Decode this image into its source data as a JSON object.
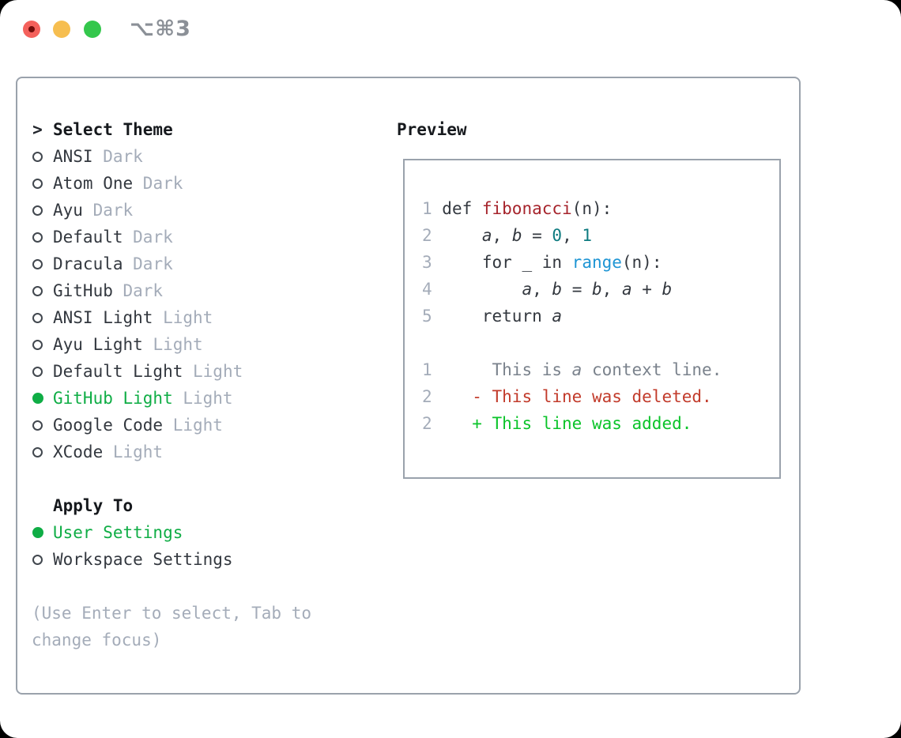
{
  "titlebar": {
    "title": "⌥⌘3",
    "traffic_lights": [
      "close",
      "minimize",
      "zoom"
    ]
  },
  "colors": {
    "text_dark": "#33383F",
    "muted": "#A4ACB9",
    "green_selected": "#0FAD45",
    "green_added": "#0BC42A",
    "red_function": "#A6242C",
    "red_deleted": "#C23B2B",
    "blue_builtin": "#1E95D4",
    "teal_number": "#0E7B80",
    "gray_context": "#7A828C",
    "border": "#9AA2AC",
    "window_bg": "#FFFFFF",
    "title_gray": "#8B9097"
  },
  "theme_panel": {
    "header": {
      "prefix": ">",
      "label": "Select Theme"
    },
    "themes": [
      {
        "name": "ANSI",
        "variant": "Dark",
        "selected": false
      },
      {
        "name": "Atom One",
        "variant": "Dark",
        "selected": false
      },
      {
        "name": "Ayu",
        "variant": "Dark",
        "selected": false
      },
      {
        "name": "Default",
        "variant": "Dark",
        "selected": false
      },
      {
        "name": "Dracula",
        "variant": "Dark",
        "selected": false
      },
      {
        "name": "GitHub",
        "variant": "Dark",
        "selected": false
      },
      {
        "name": "ANSI Light",
        "variant": "Light",
        "selected": false
      },
      {
        "name": "Ayu Light",
        "variant": "Light",
        "selected": false
      },
      {
        "name": "Default Light",
        "variant": "Light",
        "selected": false
      },
      {
        "name": "GitHub Light",
        "variant": "Light",
        "selected": true
      },
      {
        "name": "Google Code",
        "variant": "Light",
        "selected": false
      },
      {
        "name": "XCode",
        "variant": "Light",
        "selected": false
      }
    ],
    "apply_to": {
      "label": "Apply To",
      "options": [
        {
          "name": "User Settings",
          "selected": true
        },
        {
          "name": "Workspace Settings",
          "selected": false
        }
      ]
    },
    "hint_lines": [
      "(Use Enter to select, Tab to",
      "change focus)"
    ]
  },
  "preview": {
    "label": "Preview",
    "lines": [
      {
        "num": "1",
        "tokens": [
          [
            " def ",
            "p"
          ],
          [
            "fibonacci",
            "fn"
          ],
          [
            "(n):",
            "p"
          ]
        ]
      },
      {
        "num": "2",
        "tokens": [
          [
            "     ",
            "p"
          ],
          [
            "a",
            "v"
          ],
          [
            ", ",
            "p"
          ],
          [
            "b",
            "v"
          ],
          [
            " = ",
            "p"
          ],
          [
            "0",
            "nm"
          ],
          [
            ", ",
            "p"
          ],
          [
            "1",
            "nm"
          ]
        ]
      },
      {
        "num": "3",
        "tokens": [
          [
            "     for _ in ",
            "p"
          ],
          [
            "range",
            "bi"
          ],
          [
            "(n):",
            "p"
          ]
        ]
      },
      {
        "num": "4",
        "tokens": [
          [
            "         ",
            "p"
          ],
          [
            "a",
            "v"
          ],
          [
            ", ",
            "p"
          ],
          [
            "b",
            "v"
          ],
          [
            " = ",
            "p"
          ],
          [
            "b",
            "v"
          ],
          [
            ", ",
            "p"
          ],
          [
            "a",
            "v"
          ],
          [
            " + ",
            "p"
          ],
          [
            "b",
            "v"
          ]
        ]
      },
      {
        "num": "5",
        "tokens": [
          [
            "     return ",
            "p"
          ],
          [
            "a",
            "v"
          ]
        ]
      },
      {
        "num": "",
        "tokens": []
      },
      {
        "num": "1",
        "tokens": [
          [
            "      This is ",
            "ctx"
          ],
          [
            "a",
            "ctxv"
          ],
          [
            " context line.",
            "ctx"
          ]
        ]
      },
      {
        "num": "2",
        "tokens": [
          [
            "    ",
            "p"
          ],
          [
            "- This line was deleted.",
            "del"
          ]
        ]
      },
      {
        "num": "2",
        "tokens": [
          [
            "    ",
            "p"
          ],
          [
            "+ This line was added.",
            "add"
          ]
        ]
      }
    ]
  }
}
